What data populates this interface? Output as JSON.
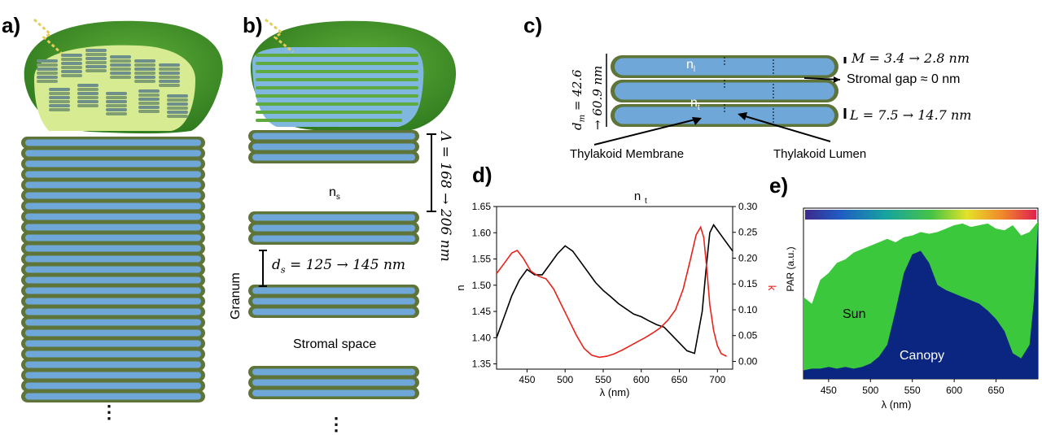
{
  "panels": {
    "a": {
      "label": "a)",
      "ellipsis": "⋮"
    },
    "b": {
      "label": "b)",
      "ellipsis": "⋮",
      "n_s": "n",
      "n_s_sub": "s",
      "period": "Λ = 168 → 206 nm",
      "ds": "d",
      "ds_sub": "s",
      "ds_rest": " = 125 → 145 nm",
      "granum": "Granum",
      "stromal_space": "Stromal space"
    },
    "c": {
      "label": "c)",
      "n_l": "n",
      "n_l_sub": "l",
      "n_t": "n",
      "n_t_sub": "t",
      "dm_line1": "d",
      "dm_sub": "m",
      "dm_line1_rest": " = 42.6",
      "dm_line2": "→ 60.9 nm",
      "M_text": "M = 3.4  → 2.8 nm",
      "gap_text": "Stromal gap ≈ 0 nm",
      "L_text": "L = 7.5  → 14.7 nm",
      "membrane": "Thylakoid Membrane",
      "lumen": "Thylakoid Lumen"
    },
    "d": {
      "label": "d)",
      "title_n": "n",
      "title_sub": "t",
      "xlabel": "λ (nm)",
      "ylabel_left": "n",
      "ylabel_right": "k"
    },
    "e": {
      "label": "e)",
      "xlabel": "λ (nm)",
      "ylabel": "PAR (a.u.)",
      "sun": "Sun",
      "canopy": "Canopy"
    }
  },
  "colors": {
    "membrane": "#5e7439",
    "lumen": "#6fa7d9",
    "leaf": "#3f8d28",
    "sun": "#3cc83c",
    "canopy": "#0a2680",
    "n_curve": "#000000",
    "k_curve": "#e8231c"
  },
  "chart_data": [
    {
      "type": "line",
      "title": "n_t",
      "xlabel": "λ (nm)",
      "ylabel": "n",
      "y2label": "k",
      "xlim": [
        410,
        720
      ],
      "ylim": [
        1.34,
        1.65
      ],
      "y2lim": [
        -0.015,
        0.3
      ],
      "xticks": [
        "450",
        "500",
        "550",
        "600",
        "650",
        "700"
      ],
      "yticks": [
        "1.35",
        "1.40",
        "1.45",
        "1.50",
        "1.55",
        "1.60",
        "1.65"
      ],
      "y2ticks": [
        "0.00",
        "0.05",
        "0.10",
        "0.15",
        "0.20",
        "0.25",
        "0.30"
      ],
      "series": [
        {
          "name": "n",
          "axis": "left",
          "x": [
            410,
            420,
            430,
            440,
            450,
            460,
            470,
            480,
            490,
            500,
            510,
            520,
            530,
            540,
            550,
            560,
            570,
            580,
            590,
            600,
            610,
            620,
            630,
            640,
            650,
            660,
            670,
            680,
            685,
            690,
            695,
            700,
            710,
            720
          ],
          "y": [
            1.4,
            1.44,
            1.48,
            1.51,
            1.53,
            1.52,
            1.52,
            1.54,
            1.56,
            1.575,
            1.565,
            1.545,
            1.525,
            1.505,
            1.49,
            1.478,
            1.465,
            1.455,
            1.445,
            1.44,
            1.432,
            1.425,
            1.42,
            1.405,
            1.39,
            1.375,
            1.37,
            1.45,
            1.53,
            1.6,
            1.615,
            1.605,
            1.585,
            1.565
          ]
        },
        {
          "name": "k",
          "axis": "right",
          "x": [
            410,
            420,
            430,
            437,
            445,
            455,
            465,
            475,
            485,
            495,
            505,
            515,
            525,
            535,
            545,
            555,
            565,
            575,
            585,
            595,
            605,
            615,
            625,
            635,
            645,
            655,
            665,
            672,
            678,
            682,
            686,
            690,
            695,
            700,
            705,
            712
          ],
          "y": [
            0.17,
            0.19,
            0.21,
            0.215,
            0.2,
            0.175,
            0.165,
            0.16,
            0.14,
            0.11,
            0.08,
            0.05,
            0.025,
            0.012,
            0.008,
            0.01,
            0.015,
            0.022,
            0.03,
            0.038,
            0.046,
            0.055,
            0.065,
            0.08,
            0.1,
            0.14,
            0.2,
            0.245,
            0.26,
            0.24,
            0.18,
            0.11,
            0.06,
            0.03,
            0.015,
            0.01
          ]
        }
      ]
    },
    {
      "type": "area",
      "xlabel": "λ (nm)",
      "ylabel": "PAR (a.u.)",
      "xlim": [
        420,
        700
      ],
      "ylim": [
        0,
        1
      ],
      "xticks": [
        "450",
        "500",
        "550",
        "600",
        "650"
      ],
      "series": [
        {
          "name": "Sun",
          "x": [
            420,
            430,
            440,
            450,
            460,
            470,
            480,
            490,
            500,
            510,
            520,
            530,
            540,
            550,
            560,
            570,
            580,
            590,
            600,
            610,
            620,
            630,
            640,
            650,
            660,
            670,
            680,
            690,
            700
          ],
          "y": [
            0.48,
            0.44,
            0.58,
            0.62,
            0.68,
            0.7,
            0.74,
            0.76,
            0.78,
            0.8,
            0.82,
            0.8,
            0.83,
            0.84,
            0.86,
            0.85,
            0.86,
            0.88,
            0.9,
            0.91,
            0.89,
            0.9,
            0.91,
            0.88,
            0.87,
            0.9,
            0.84,
            0.86,
            0.92
          ]
        },
        {
          "name": "Canopy",
          "x": [
            420,
            430,
            440,
            450,
            460,
            470,
            480,
            490,
            500,
            510,
            520,
            530,
            540,
            550,
            560,
            570,
            580,
            590,
            600,
            610,
            620,
            630,
            640,
            650,
            660,
            670,
            680,
            690,
            695,
            700
          ],
          "y": [
            0.05,
            0.06,
            0.06,
            0.07,
            0.06,
            0.07,
            0.06,
            0.07,
            0.09,
            0.13,
            0.2,
            0.4,
            0.62,
            0.73,
            0.75,
            0.68,
            0.55,
            0.52,
            0.5,
            0.48,
            0.46,
            0.44,
            0.4,
            0.35,
            0.28,
            0.15,
            0.12,
            0.2,
            0.45,
            0.9
          ]
        }
      ]
    }
  ]
}
